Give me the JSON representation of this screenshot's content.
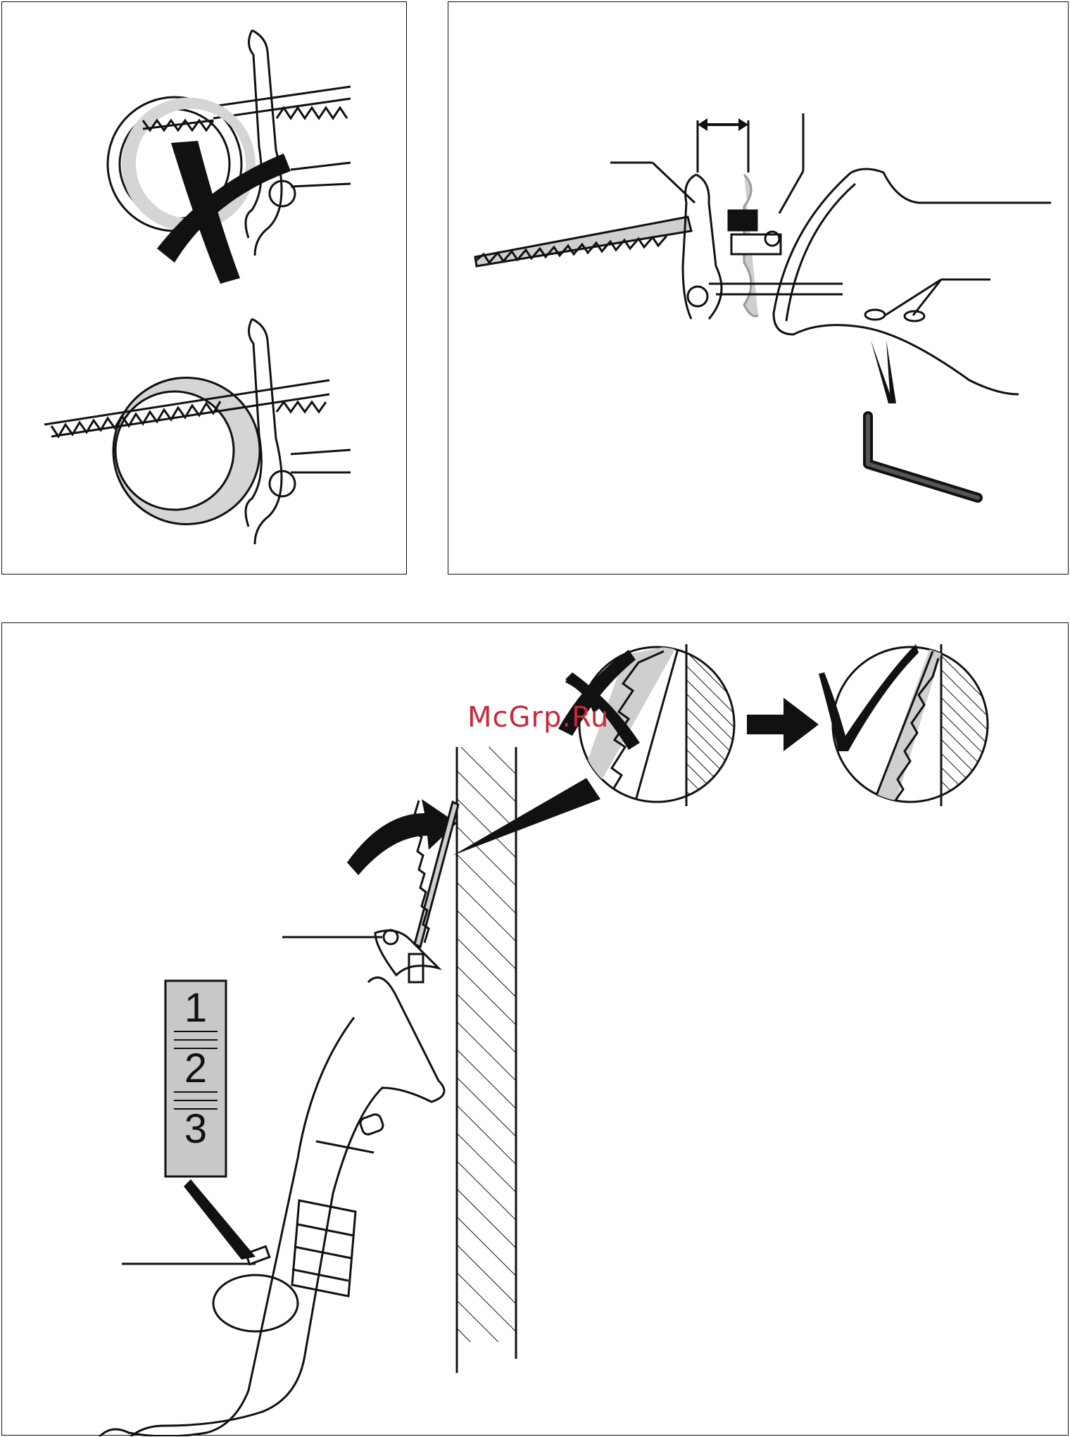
{
  "watermark": {
    "text": "McGrp.Ru",
    "color": "#c8283a"
  },
  "speed_selector": {
    "settings": [
      "1",
      "2",
      "3"
    ]
  },
  "icons": {
    "wrong": "cross-mark-icon",
    "correct": "check-mark-icon",
    "direction_arrow": "curved-arrow-icon",
    "next_arrow": "right-arrow-icon"
  },
  "colors": {
    "line": "#111111",
    "shade": "#cfcfcf",
    "selector_bg": "#c8c8c8"
  }
}
